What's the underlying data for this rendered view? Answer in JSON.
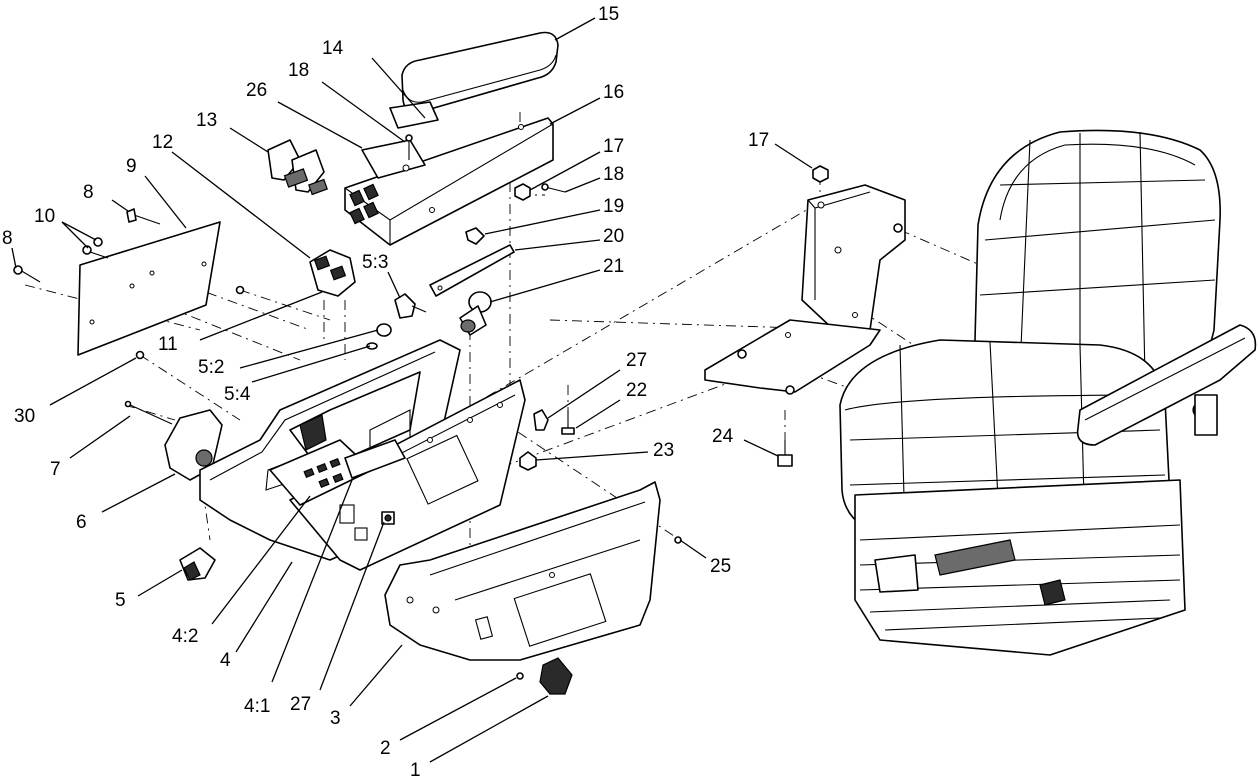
{
  "callouts": {
    "c1": "1",
    "c2": "2",
    "c3": "3",
    "c4": "4",
    "c4_1": "4:1",
    "c4_2": "4:2",
    "c5": "5",
    "c5_2": "5:2",
    "c5_3": "5:3",
    "c5_4": "5:4",
    "c6": "6",
    "c7": "7",
    "c8a": "8",
    "c8b": "8",
    "c9": "9",
    "c10": "10",
    "c11": "11",
    "c12": "12",
    "c13": "13",
    "c14": "14",
    "c15": "15",
    "c16": "16",
    "c17a": "17",
    "c17b": "17",
    "c18a": "18",
    "c18b": "18",
    "c19": "19",
    "c20": "20",
    "c21": "21",
    "c22": "22",
    "c23": "23",
    "c24": "24",
    "c25": "25",
    "c26": "26",
    "c27a": "27",
    "c27b": "27",
    "c30": "30"
  }
}
